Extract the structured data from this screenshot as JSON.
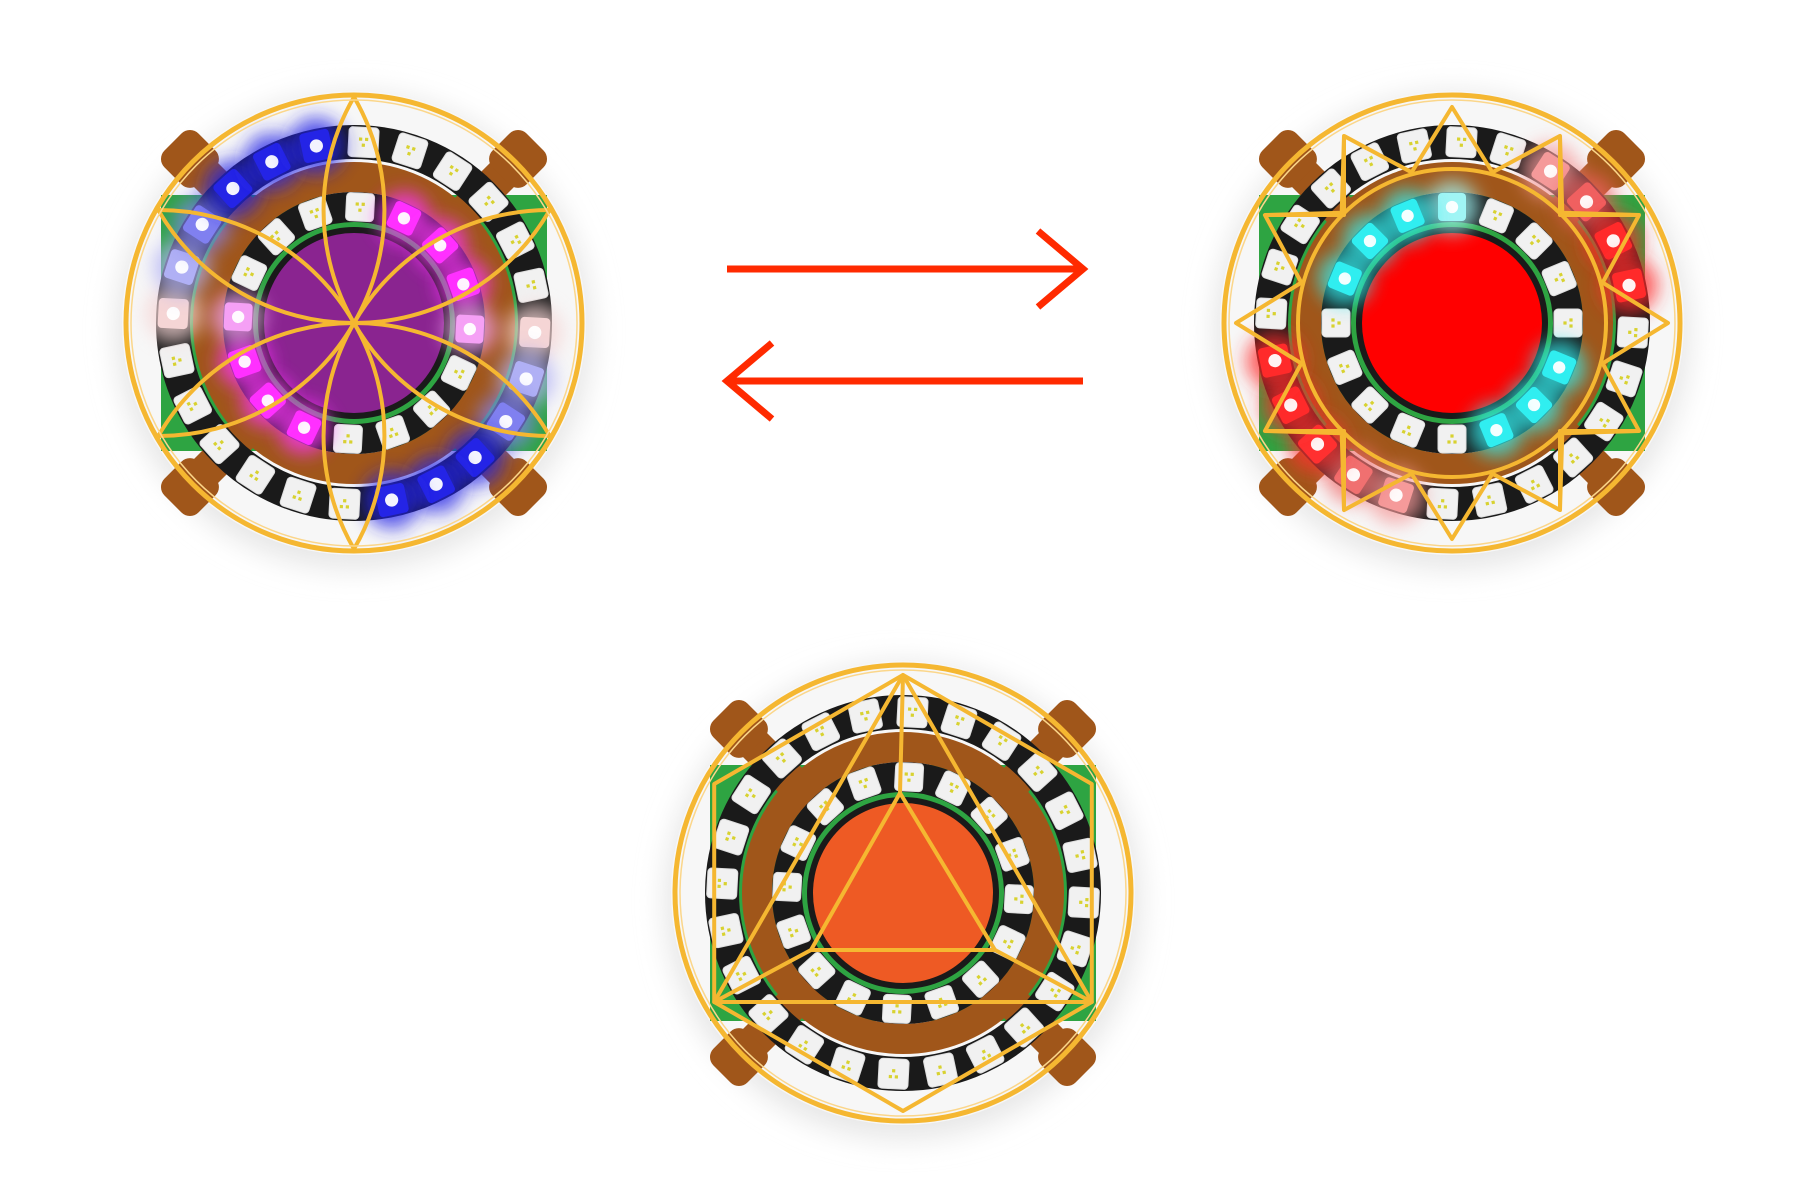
{
  "colors": {
    "off": "#f1f1f1",
    "gold": "#f5b731",
    "pcb_black": "#1a1a1a",
    "pcb_brown": "#a0561a",
    "pcb_green": "#2ea442",
    "arrow": "#ff2a00"
  },
  "boards": [
    {
      "name": "board-flower",
      "overlay": "flower-of-life-petals",
      "center_color": "#8a2490",
      "outer_leds": [
        "off",
        "off",
        "off",
        "off",
        "off",
        "off",
        "#f5d5d5",
        "#b0b0f5",
        "#8080f0",
        "#2424e6",
        "#2424e6",
        "#2424e6",
        "off",
        "off",
        "off",
        "off",
        "off",
        "off",
        "#f5d5d5",
        "#b0b0f5",
        "#8080f0",
        "#2424e6",
        "#2424e6",
        "#2424e6"
      ],
      "inner_leds": [
        "off",
        "#ff30ff",
        "#ff30ff",
        "#ff30ff",
        "#f5a0f5",
        "off",
        "off",
        "off",
        "off",
        "#ff30ff",
        "#ff30ff",
        "#ff30ff",
        "#f5a0f5",
        "off",
        "off",
        "off"
      ]
    },
    {
      "name": "board-star",
      "overlay": "twelve-point-star",
      "center_color": "#ff0000",
      "outer_leds": [
        "off",
        "off",
        "#f59a9a",
        "#f06060",
        "#ff2a2a",
        "#ff2a2a",
        "off",
        "off",
        "off",
        "off",
        "off",
        "off",
        "off",
        "#f59a9a",
        "#f07070",
        "#ff3030",
        "#ff2a2a",
        "#ff2a2a",
        "off",
        "off",
        "off",
        "off",
        "off",
        "off"
      ],
      "inner_leds": [
        "#a0f5f5",
        "off",
        "off",
        "off",
        "off",
        "#30eef0",
        "#30eef0",
        "#30eef0",
        "off",
        "off",
        "off",
        "off",
        "off",
        "#30eef0",
        "#30eef0",
        "#30eef0"
      ]
    },
    {
      "name": "board-tetrahedron",
      "overlay": "tetrahedron-hexagon",
      "center_color": "#ee5a24",
      "outer_leds": [
        "off",
        "off",
        "off",
        "off",
        "off",
        "off",
        "off",
        "off",
        "off",
        "off",
        "off",
        "off",
        "off",
        "off",
        "off",
        "off",
        "off",
        "off",
        "off",
        "off",
        "off",
        "off",
        "off",
        "off"
      ],
      "inner_leds": [
        "off",
        "off",
        "off",
        "off",
        "off",
        "off",
        "off",
        "off",
        "off",
        "off",
        "off",
        "off",
        "off",
        "off",
        "off",
        "off"
      ]
    }
  ],
  "arrows": [
    {
      "name": "arrow-right",
      "direction": "right"
    },
    {
      "name": "arrow-left",
      "direction": "left"
    }
  ]
}
